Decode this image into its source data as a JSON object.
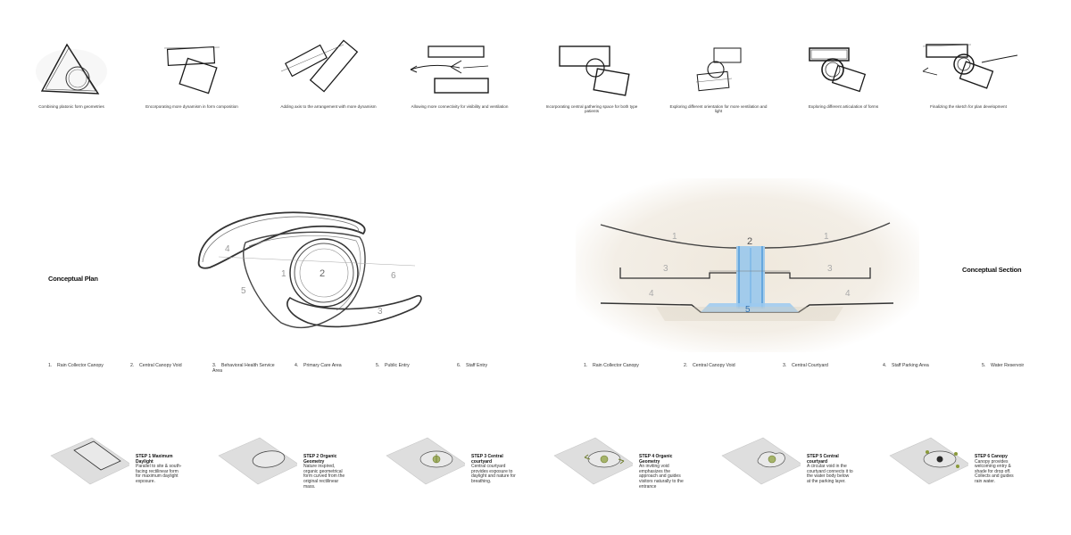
{
  "sketch_captions": [
    "Combining platonic form geometries",
    "Encorporating more dynamism in form composition",
    "Adding axis to the arrangement with more dynamism",
    "Allowing more connectivity for visibility and ventilation",
    "Incorporating central gathering space for both type patients",
    "Exploring different orientation for more ventilation and light",
    "Exploring different articulation of forms",
    "Finalizing the sketch for plan development"
  ],
  "plan": {
    "title": "Conceptual Plan",
    "labels": [
      "1",
      "2",
      "3",
      "4",
      "5",
      "6"
    ],
    "legend": [
      {
        "num": "1.",
        "text": "Rain Collector Canopy"
      },
      {
        "num": "2.",
        "text": "Central Canopy Void"
      },
      {
        "num": "3.",
        "text": "Behavioral Health Service Area"
      },
      {
        "num": "4.",
        "text": "Primary Care Area"
      },
      {
        "num": "5.",
        "text": "Public Entry"
      },
      {
        "num": "6.",
        "text": "Staff Entry"
      }
    ]
  },
  "section": {
    "title": "Conceptual Section",
    "labels": [
      "1",
      "2",
      "1",
      "3",
      "3",
      "4",
      "4",
      "5"
    ],
    "legend": [
      {
        "num": "1.",
        "text": "Rain Collector Canopy"
      },
      {
        "num": "2.",
        "text": "Central Canopy Void"
      },
      {
        "num": "3.",
        "text": "Central Courtyard"
      },
      {
        "num": "4.",
        "text": "Staff Parking Area"
      },
      {
        "num": "5.",
        "text": "Water Reservoir"
      }
    ]
  },
  "steps": [
    {
      "title": "STEP 1 Maximum Daylight",
      "text": "Parallel to site & south-facing rectilinear form for maximum daylight exposure."
    },
    {
      "title": "STEP 2 Organic Geometry",
      "text": "Nature inspired, organic geometrical form curved from the original rectilinear mass."
    },
    {
      "title": "STEP 3 Central courtyard",
      "text": "Central courtyard provides exposure to daylight and nature for breathing."
    },
    {
      "title": "STEP 4 Organic Geometry",
      "text": "An inviting void emphasizes the approach and guides visitors naturally to the entrance"
    },
    {
      "title": "STEP 5 Central courtyard",
      "text": "A circular void in the courtyard connects it to the water body below at the parking layer."
    },
    {
      "title": "STEP 6 Canopy",
      "text": "Canopy provides welcoming entry & shade for drop off. Collects and guides rain water."
    }
  ],
  "colors": {
    "water": "#6fb3e8",
    "green": "#8a9a3a",
    "sketch": "#1a1a1a",
    "paper": "#f2ede4"
  }
}
